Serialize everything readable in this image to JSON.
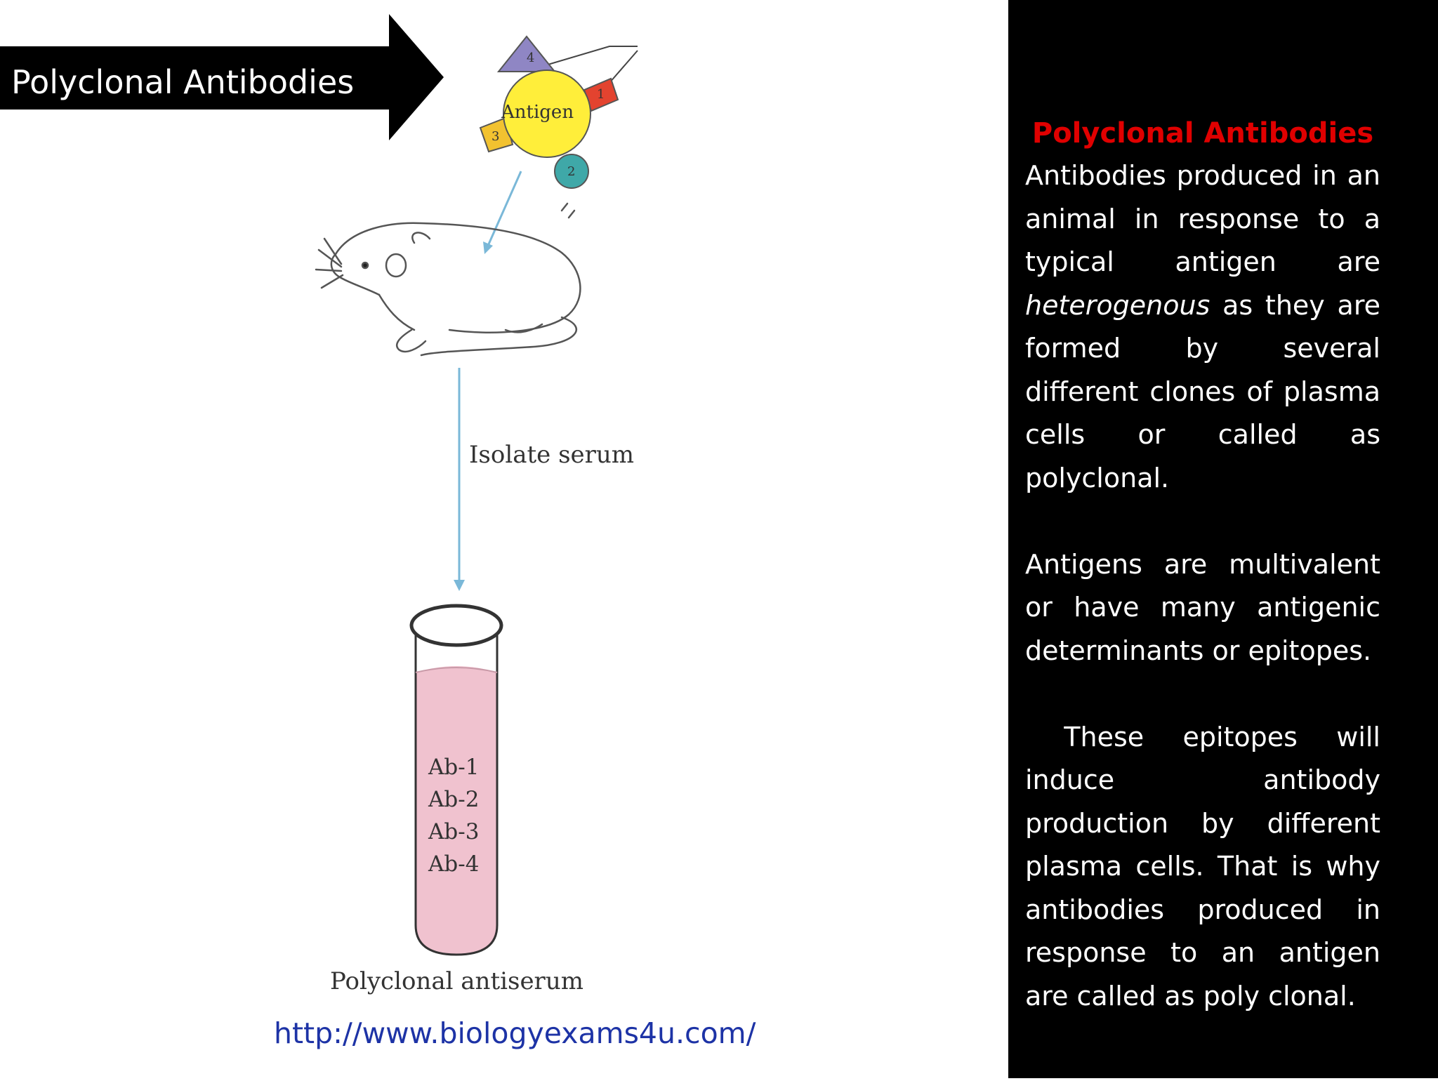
{
  "banner": {
    "title": "Polyclonal Antibodies"
  },
  "diagram": {
    "antigen_label": "Antigen",
    "epitopes": [
      "1",
      "2",
      "3",
      "4"
    ],
    "step_label": "Isolate serum",
    "tube_contents": [
      "Ab-1",
      "Ab-2",
      "Ab-3",
      "Ab-4"
    ],
    "tube_label": "Polyclonal antiserum"
  },
  "source_url": "http://www.biologyexams4u.com/",
  "panel": {
    "heading": "Polyclonal Antibodies",
    "para1_before": "Antibodies produced in an animal in response to a typical antigen are ",
    "para1_em": "heterogenous",
    "para1_after": " as they are formed by several different clones of plasma cells or called as polyclonal.",
    "para2": "Antigens are multivalent or have many antigenic determinants or epitopes.",
    "para3": " These epitopes will induce antibody production by different plasma cells. That is why antibodies produced in response to an antigen are called as poly clonal."
  },
  "colors": {
    "heading": "#e00000",
    "link": "#1d33a6",
    "antigen": "#ffee3a",
    "epitope1": "#e3432f",
    "epitope2": "#3fa8a8",
    "epitope3": "#f2c230",
    "epitope4": "#8f86c4",
    "serum": "#f0c2cf",
    "arrow": "#7ab8d8"
  }
}
